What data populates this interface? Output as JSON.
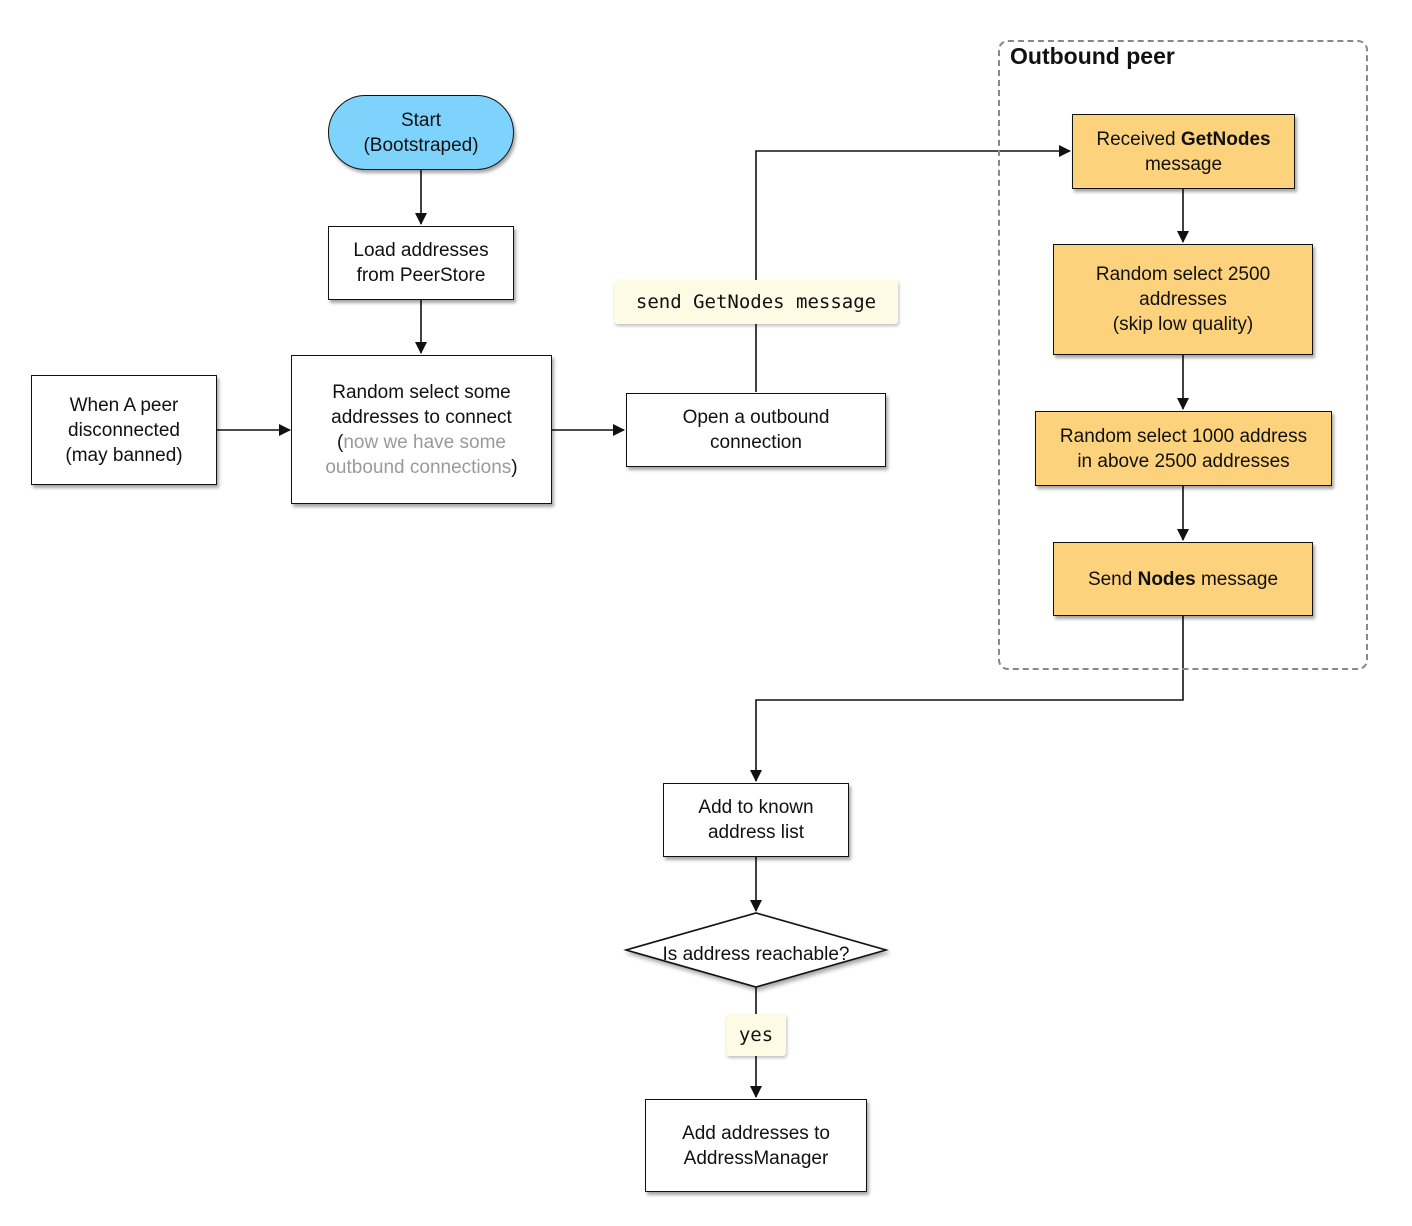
{
  "nodes": {
    "start": {
      "line1": "Start",
      "line2": "(Bootstraped)"
    },
    "load": {
      "line1": "Load addresses",
      "line2": "from PeerStore"
    },
    "disconnected": {
      "line1": "When A peer",
      "line2": "disconnected",
      "line3": "(may banned)"
    },
    "random_select": {
      "line1": "Random select some",
      "line2": "addresses to connect",
      "paren_open": "(",
      "note1": "now we have some",
      "note2": "outbound connections",
      "paren_close": ")"
    },
    "open": {
      "line1": "Open a outbound",
      "line2": "connection"
    },
    "received": {
      "prefix": "Received ",
      "bold": "GetNodes",
      "line2": "message"
    },
    "select2500": {
      "line1": "Random select 2500",
      "line2": "addresses",
      "line3": "(skip low quality)"
    },
    "select1000": {
      "line1": "Random select 1000 address",
      "line2": "in above 2500 addresses"
    },
    "send_nodes": {
      "prefix": "Send ",
      "bold": "Nodes",
      "suffix": " message"
    },
    "add_known": {
      "line1": "Add to known",
      "line2": "address list"
    },
    "reachable": {
      "line1": "Is address",
      "line2": "reachable?"
    },
    "add_manager": {
      "line1": "Add addresses to",
      "line2": "AddressManager"
    }
  },
  "group": {
    "title": "Outbound peer"
  },
  "edge_labels": {
    "send_getnodes": "send GetNodes message",
    "yes": "yes"
  },
  "colors": {
    "start_fill": "#7ed3fc",
    "process_fill": "#fdd27c",
    "label_fill": "#fdfbe3",
    "note_text": "#9a9a9a"
  }
}
